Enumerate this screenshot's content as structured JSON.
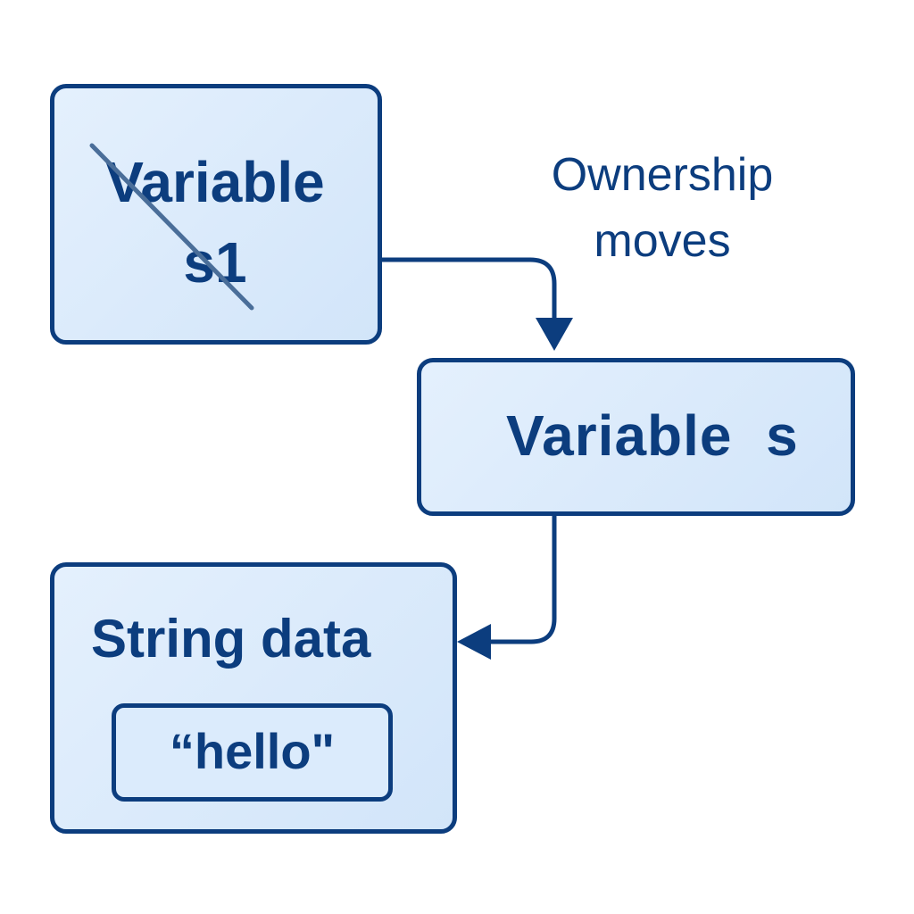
{
  "diagram": {
    "source_node": {
      "line1": "Variable",
      "line2": "s1",
      "crossed_out": true
    },
    "target_node": {
      "label": "Variable  s"
    },
    "data_node": {
      "title": "String data",
      "value": "“hello\""
    },
    "edge_annotation": {
      "line1": "Ownership",
      "line2": "moves"
    }
  },
  "colors": {
    "stroke": "#0c3d7e",
    "fill": "#d8e9fb",
    "strike": "#4a6e99",
    "background": "#ffffff"
  }
}
